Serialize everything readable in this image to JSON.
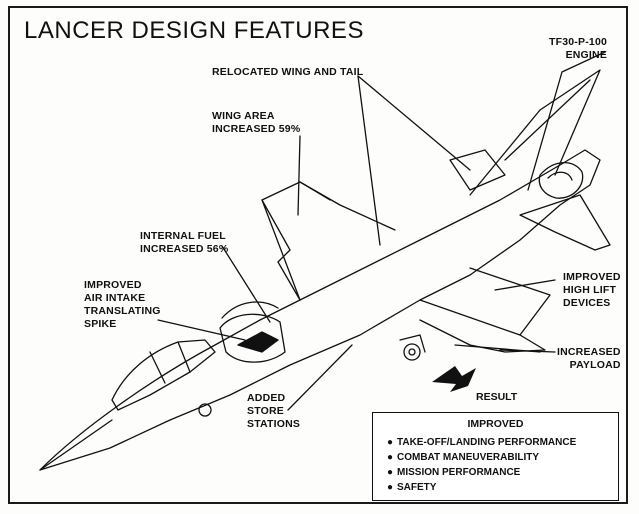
{
  "title": "LANCER DESIGN FEATURES",
  "labels": {
    "engine": "TF30-P-100\nENGINE",
    "relocated": "RELOCATED WING AND TAIL",
    "wing_area": "WING AREA\nINCREASED 59%",
    "internal_fuel": "INTERNAL FUEL\nINCREASED 56%",
    "air_intake": "IMPROVED\nAIR INTAKE\nTRANSLATING\nSPIKE",
    "high_lift": "IMPROVED\nHIGH LIFT\nDEVICES",
    "payload": "INCREASED\nPAYLOAD",
    "store": "ADDED\nSTORE\nSTATIONS"
  },
  "result": {
    "word": "RESULT",
    "heading": "IMPROVED",
    "items": [
      "TAKE-OFF/LANDING PERFORMANCE",
      "COMBAT MANEUVERABILITY",
      "MISSION PERFORMANCE",
      "SAFETY"
    ]
  },
  "colors": {
    "ink": "#111111",
    "paper": "#fdfdfb"
  }
}
